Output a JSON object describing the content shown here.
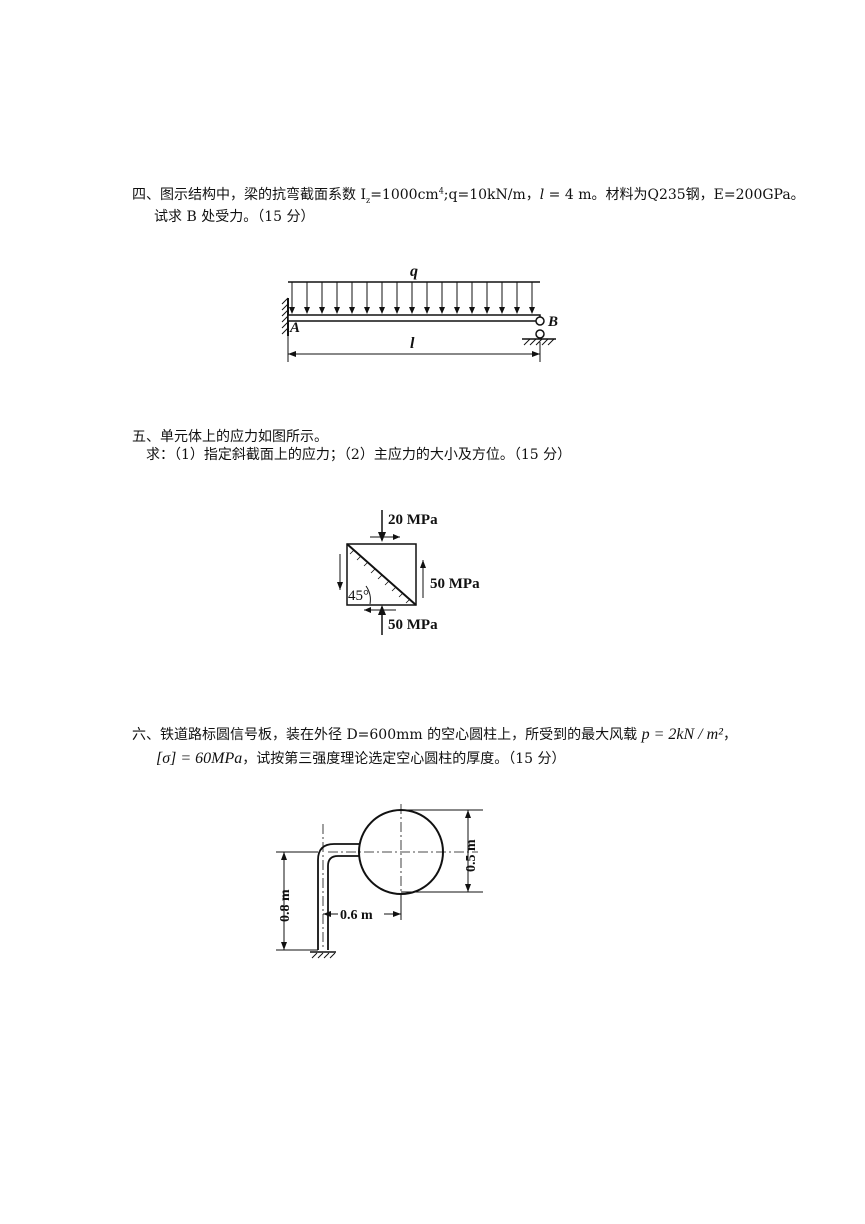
{
  "q4": {
    "line1": "四、图示结构中，梁的抗弯截面系数 I",
    "line1_sub": "z",
    "line1_mid": "=1000cm",
    "line1_sup": "4",
    "line1_rest": ";q=10kN/m，",
    "line1_l": "l",
    "line1_tail": " = 4 m。材料为Q235钢，E=200GPa。",
    "line2": "试求 B 处受力。（15 分）",
    "fig": {
      "q": "q",
      "A": "A",
      "B": "B",
      "l": "l"
    }
  },
  "q5": {
    "line1": "五、单元体上的应力如图所示。",
    "line2": "求：（1）指定斜截面上的应力；（2）主应力的大小及方位。（15 分）",
    "fig": {
      "top": "20 MPa",
      "right": "50 MPa",
      "bottom": "50 MPa",
      "angle": "45°"
    }
  },
  "q6": {
    "line1": "六、铁道路标圆信号板，装在外径 D=600mm 的空心圆柱上，所受到的最大风载 ",
    "line1_formula": "p = 2kN / m²",
    "line1_end": "，",
    "line2_formula": "[σ] = 60MPa",
    "line2": "，试按第三强度理论选定空心圆柱的厚度。（15 分）",
    "fig": {
      "d_circle": "0.5 m",
      "h": "0.8 m",
      "w": "0.6 m"
    }
  }
}
